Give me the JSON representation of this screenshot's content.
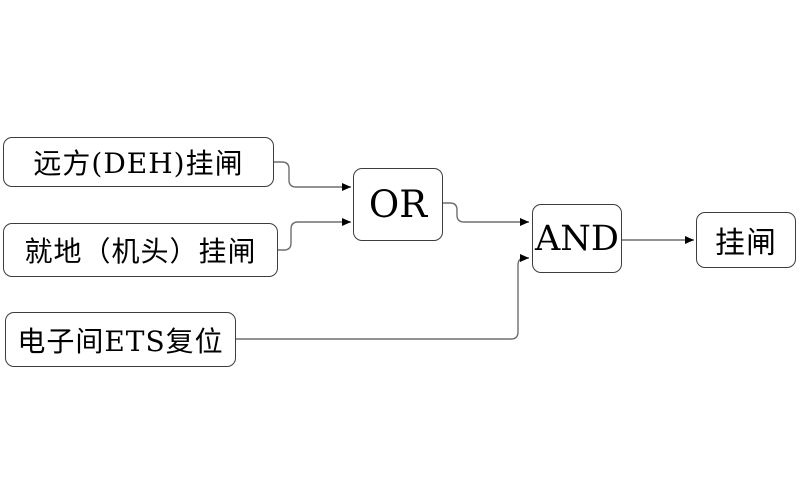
{
  "diagram": {
    "title": "trip-latch logic diagram",
    "nodes": [
      {
        "id": "remote",
        "label": "远方(DEH)挂闸"
      },
      {
        "id": "local",
        "label": "就地（机头）挂闸"
      },
      {
        "id": "ets",
        "label": "电子间ETS复位"
      },
      {
        "id": "or",
        "label": "OR"
      },
      {
        "id": "and",
        "label": "AND"
      },
      {
        "id": "result",
        "label": "挂闸"
      }
    ],
    "edges": [
      {
        "from": "remote",
        "to": "or"
      },
      {
        "from": "local",
        "to": "or"
      },
      {
        "from": "or",
        "to": "and"
      },
      {
        "from": "ets",
        "to": "and"
      },
      {
        "from": "and",
        "to": "result"
      }
    ],
    "colors": {
      "background": "#ffffff",
      "box_border": "#3d3d3d",
      "connector": "#6e6e6e",
      "arrowhead": "#000000",
      "text": "#000000"
    }
  }
}
